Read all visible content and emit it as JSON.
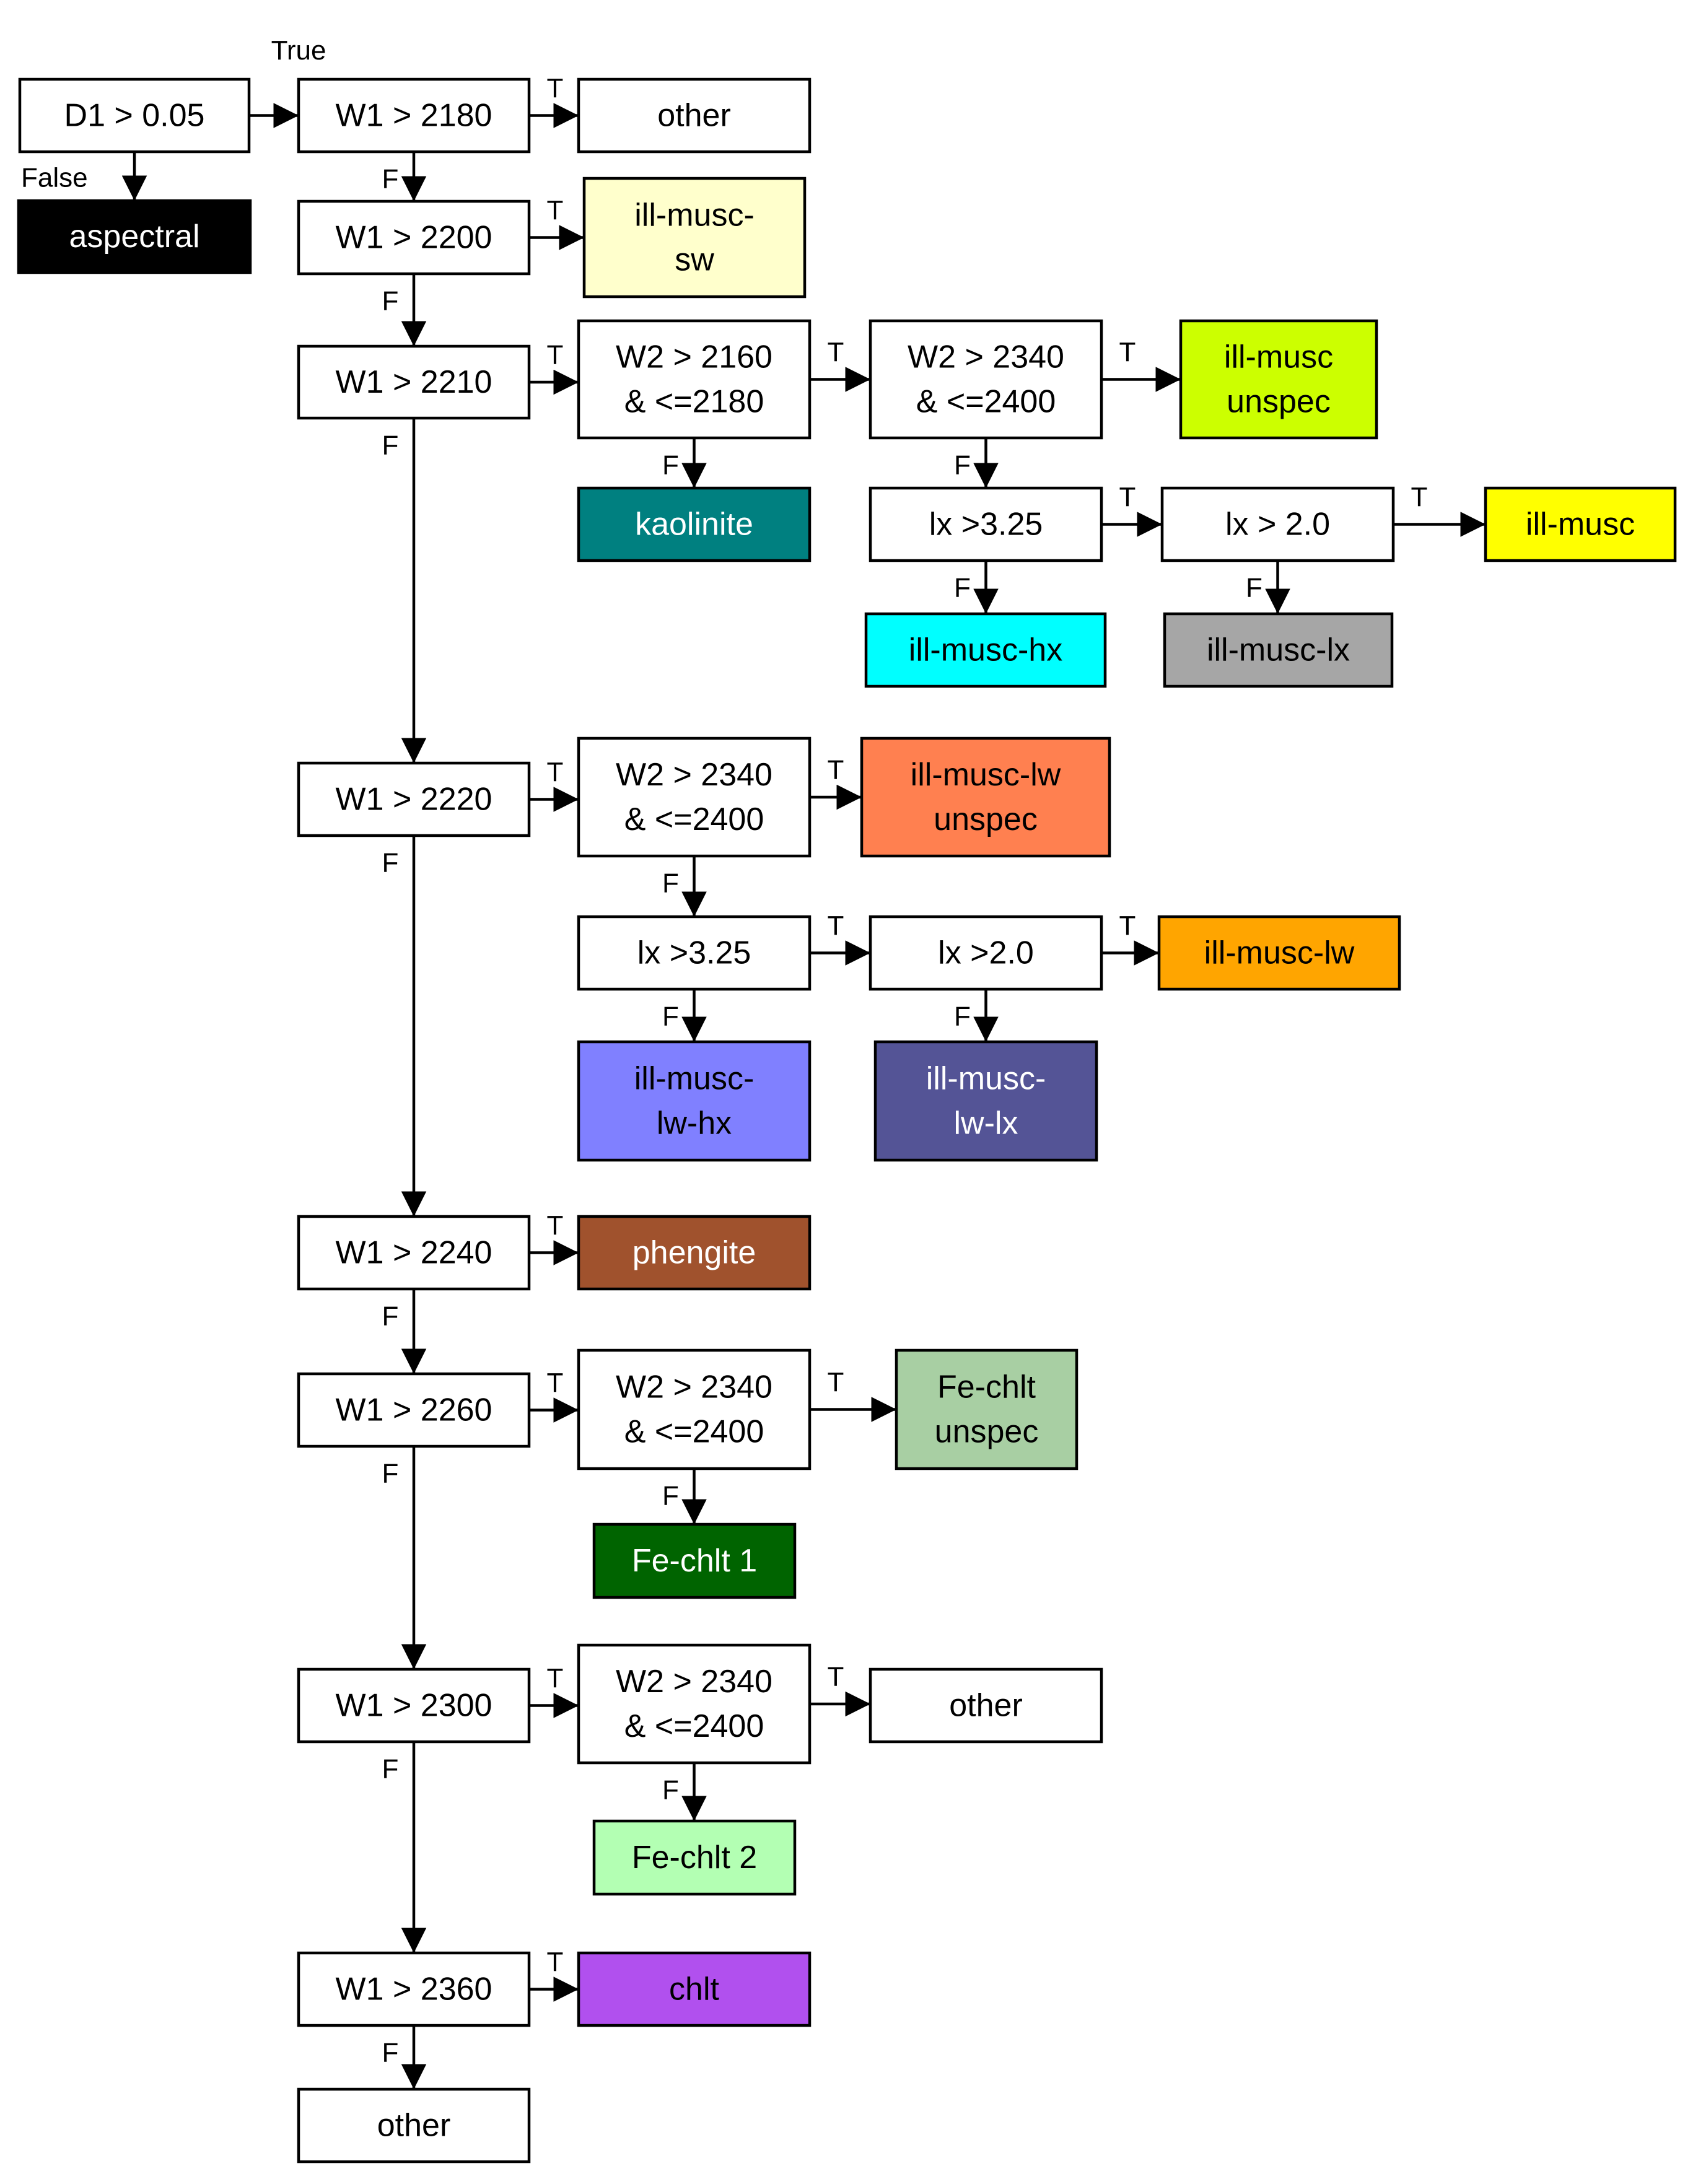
{
  "edge_labels": {
    "true_long": "True",
    "false_long": "False",
    "t": "T",
    "f": "F"
  },
  "nodes": {
    "d1": {
      "lines": [
        "D1 > 0.05"
      ],
      "fill": "#ffffff",
      "text": "#000000"
    },
    "aspectral": {
      "lines": [
        "aspectral"
      ],
      "fill": "#000000",
      "text": "#ffffff"
    },
    "w1_2180": {
      "lines": [
        "W1 > 2180"
      ],
      "fill": "#ffffff",
      "text": "#000000"
    },
    "other_1": {
      "lines": [
        "other"
      ],
      "fill": "#ffffff",
      "text": "#000000"
    },
    "w1_2200": {
      "lines": [
        "W1 > 2200"
      ],
      "fill": "#ffffff",
      "text": "#000000"
    },
    "ill_musc_sw": {
      "lines": [
        "ill-musc-",
        "sw"
      ],
      "fill": "#FFFFCC",
      "text": "#000000"
    },
    "w1_2210": {
      "lines": [
        "W1 > 2210"
      ],
      "fill": "#ffffff",
      "text": "#000000"
    },
    "w2_2160": {
      "lines": [
        "W2 > 2160",
        "& <=2180"
      ],
      "fill": "#ffffff",
      "text": "#000000"
    },
    "w2_2340_a": {
      "lines": [
        "W2 > 2340",
        "& <=2400"
      ],
      "fill": "#ffffff",
      "text": "#000000"
    },
    "ill_musc_unspec": {
      "lines": [
        "ill-musc",
        "unspec"
      ],
      "fill": "#CCFF00",
      "text": "#000000"
    },
    "kaolinite": {
      "lines": [
        "kaolinite"
      ],
      "fill": "#008080",
      "text": "#ffffff"
    },
    "lx_325_a": {
      "lines": [
        "lx >3.25"
      ],
      "fill": "#ffffff",
      "text": "#000000"
    },
    "lx_20_a": {
      "lines": [
        "lx > 2.0"
      ],
      "fill": "#ffffff",
      "text": "#000000"
    },
    "ill_musc": {
      "lines": [
        "ill-musc"
      ],
      "fill": "#FFFF00",
      "text": "#000000"
    },
    "ill_musc_hx": {
      "lines": [
        "ill-musc-hx"
      ],
      "fill": "#00FFFF",
      "text": "#000000"
    },
    "ill_musc_lx": {
      "lines": [
        "ill-musc-lx"
      ],
      "fill": "#A6A6A6",
      "text": "#000000"
    },
    "w1_2220": {
      "lines": [
        "W1 > 2220"
      ],
      "fill": "#ffffff",
      "text": "#000000"
    },
    "w2_2340_b": {
      "lines": [
        "W2 > 2340",
        "& <=2400"
      ],
      "fill": "#ffffff",
      "text": "#000000"
    },
    "ill_musc_lw_unspec": {
      "lines": [
        "ill-musc-lw",
        "unspec"
      ],
      "fill": "#FF8050",
      "text": "#000000"
    },
    "lx_325_b": {
      "lines": [
        "lx >3.25"
      ],
      "fill": "#ffffff",
      "text": "#000000"
    },
    "lx_20_b": {
      "lines": [
        "lx >2.0"
      ],
      "fill": "#ffffff",
      "text": "#000000"
    },
    "ill_musc_lw": {
      "lines": [
        "ill-musc-lw"
      ],
      "fill": "#FFA500",
      "text": "#000000"
    },
    "ill_musc_lw_hx": {
      "lines": [
        "ill-musc-",
        "lw-hx"
      ],
      "fill": "#8080FF",
      "text": "#000000"
    },
    "ill_musc_lw_lx": {
      "lines": [
        "ill-musc-",
        "lw-lx"
      ],
      "fill": "#545496",
      "text": "#ffffff"
    },
    "w1_2240": {
      "lines": [
        "W1 > 2240"
      ],
      "fill": "#ffffff",
      "text": "#000000"
    },
    "phengite": {
      "lines": [
        "phengite"
      ],
      "fill": "#A0522D",
      "text": "#ffffff"
    },
    "w1_2260": {
      "lines": [
        "W1 > 2260"
      ],
      "fill": "#ffffff",
      "text": "#000000"
    },
    "w2_2340_c": {
      "lines": [
        "W2 > 2340",
        "& <=2400"
      ],
      "fill": "#ffffff",
      "text": "#000000"
    },
    "fe_chlt_unspec": {
      "lines": [
        "Fe-chlt",
        "unspec"
      ],
      "fill": "#A8CFA3",
      "text": "#000000"
    },
    "fe_chlt_1": {
      "lines": [
        "Fe-chlt 1"
      ],
      "fill": "#006400",
      "text": "#ffffff"
    },
    "w1_2300": {
      "lines": [
        "W1 > 2300"
      ],
      "fill": "#ffffff",
      "text": "#000000"
    },
    "w2_2340_d": {
      "lines": [
        "W2 > 2340",
        "& <=2400"
      ],
      "fill": "#ffffff",
      "text": "#000000"
    },
    "other_2": {
      "lines": [
        "other"
      ],
      "fill": "#ffffff",
      "text": "#000000"
    },
    "fe_chlt_2": {
      "lines": [
        "Fe-chlt 2"
      ],
      "fill": "#B3FFB3",
      "text": "#000000"
    },
    "w1_2360": {
      "lines": [
        "W1 > 2360"
      ],
      "fill": "#ffffff",
      "text": "#000000"
    },
    "chlt": {
      "lines": [
        "chlt"
      ],
      "fill": "#B150EE",
      "text": "#000000"
    },
    "other_3": {
      "lines": [
        "other"
      ],
      "fill": "#ffffff",
      "text": "#000000"
    }
  },
  "edges": [
    {
      "from": "d1",
      "to": "w1_2180",
      "label": "true_long"
    },
    {
      "from": "d1",
      "to": "aspectral",
      "label": "false_long"
    },
    {
      "from": "w1_2180",
      "to": "other_1",
      "label": "t"
    },
    {
      "from": "w1_2180",
      "to": "w1_2200",
      "label": "f"
    },
    {
      "from": "w1_2200",
      "to": "ill_musc_sw",
      "label": "t"
    },
    {
      "from": "w1_2200",
      "to": "w1_2210",
      "label": "f"
    },
    {
      "from": "w1_2210",
      "to": "w2_2160",
      "label": "t"
    },
    {
      "from": "w2_2160",
      "to": "w2_2340_a",
      "label": "t"
    },
    {
      "from": "w2_2340_a",
      "to": "ill_musc_unspec",
      "label": "t"
    },
    {
      "from": "w2_2160",
      "to": "kaolinite",
      "label": "f"
    },
    {
      "from": "w2_2340_a",
      "to": "lx_325_a",
      "label": "f"
    },
    {
      "from": "lx_325_a",
      "to": "lx_20_a",
      "label": "t"
    },
    {
      "from": "lx_20_a",
      "to": "ill_musc",
      "label": "t"
    },
    {
      "from": "lx_325_a",
      "to": "ill_musc_hx",
      "label": "f"
    },
    {
      "from": "lx_20_a",
      "to": "ill_musc_lx",
      "label": "f"
    },
    {
      "from": "w1_2210",
      "to": "w1_2220",
      "label": "f"
    },
    {
      "from": "w1_2220",
      "to": "w2_2340_b",
      "label": "t"
    },
    {
      "from": "w2_2340_b",
      "to": "ill_musc_lw_unspec",
      "label": "t"
    },
    {
      "from": "w2_2340_b",
      "to": "lx_325_b",
      "label": "f"
    },
    {
      "from": "lx_325_b",
      "to": "lx_20_b",
      "label": "t"
    },
    {
      "from": "lx_20_b",
      "to": "ill_musc_lw",
      "label": "t"
    },
    {
      "from": "lx_325_b",
      "to": "ill_musc_lw_hx",
      "label": "f"
    },
    {
      "from": "lx_20_b",
      "to": "ill_musc_lw_lx",
      "label": "f"
    },
    {
      "from": "w1_2220",
      "to": "w1_2240",
      "label": "f"
    },
    {
      "from": "w1_2240",
      "to": "phengite",
      "label": "t"
    },
    {
      "from": "w1_2240",
      "to": "w1_2260",
      "label": "f"
    },
    {
      "from": "w1_2260",
      "to": "w2_2340_c",
      "label": "t"
    },
    {
      "from": "w2_2340_c",
      "to": "fe_chlt_unspec",
      "label": "t"
    },
    {
      "from": "w2_2340_c",
      "to": "fe_chlt_1",
      "label": "f"
    },
    {
      "from": "w1_2260",
      "to": "w1_2300",
      "label": "f"
    },
    {
      "from": "w1_2300",
      "to": "w2_2340_d",
      "label": "t"
    },
    {
      "from": "w2_2340_d",
      "to": "other_2",
      "label": "t"
    },
    {
      "from": "w2_2340_d",
      "to": "fe_chlt_2",
      "label": "f"
    },
    {
      "from": "w1_2300",
      "to": "w1_2360",
      "label": "f"
    },
    {
      "from": "w1_2360",
      "to": "chlt",
      "label": "t"
    },
    {
      "from": "w1_2360",
      "to": "other_3",
      "label": "f"
    }
  ]
}
